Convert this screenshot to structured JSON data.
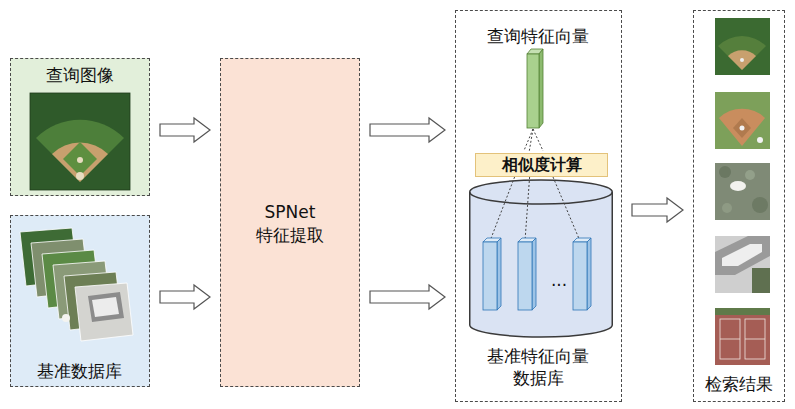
{
  "diagram": {
    "nodes": [
      {
        "text": [
          "查询图像"
        ]
      },
      {
        "text": [
          "基准数据库"
        ]
      },
      {
        "text": [
          "SPNet 特征提取"
        ]
      },
      {
        "text": [
          "查询特征向量",
          "基准特征向量 数据库"
        ]
      },
      {
        "text": [
          "相似度计算"
        ],
        "in": 3
      },
      {
        "text": [
          "..."
        ],
        "in": 3
      },
      {
        "text": [
          "检索结果"
        ]
      }
    ],
    "edges": [
      {
        "from": 0,
        "to": 2,
        "arrow": "to"
      },
      {
        "from": 1,
        "to": 2,
        "arrow": "to"
      },
      {
        "from": 2,
        "to": 3,
        "arrow": "to"
      },
      {
        "from": 2,
        "to": 3,
        "arrow": "to"
      },
      {
        "from": 3,
        "to": 6,
        "arrow": "to"
      }
    ]
  }
}
